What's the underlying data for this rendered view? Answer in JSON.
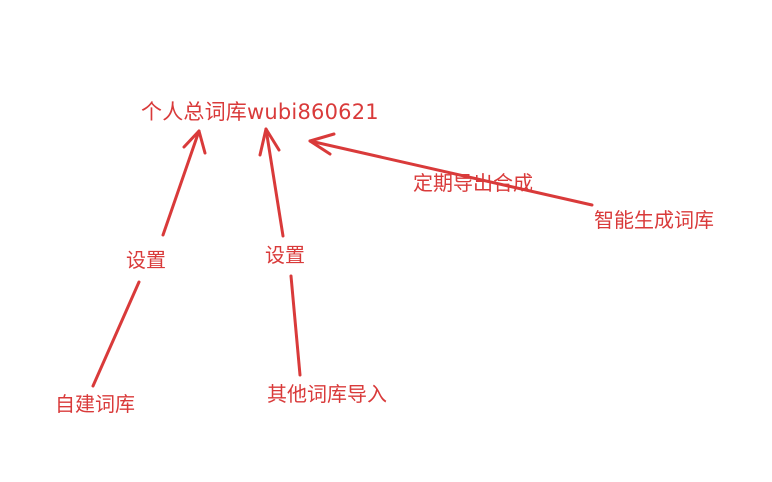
{
  "diagram": {
    "stroke_color": "#d93a3a",
    "nodes": {
      "main_dictionary": "个人总词库wubi860621",
      "own_dictionary": "自建词库",
      "other_dictionary_import": "其他词库导入",
      "smart_generated_dictionary": "智能生成词库"
    },
    "edges": [
      {
        "from": "own_dictionary",
        "to": "main_dictionary",
        "label": "设置"
      },
      {
        "from": "other_dictionary_import",
        "to": "main_dictionary",
        "label": "设置"
      },
      {
        "from": "smart_generated_dictionary",
        "to": "main_dictionary",
        "label": "定期导出合成"
      }
    ]
  }
}
